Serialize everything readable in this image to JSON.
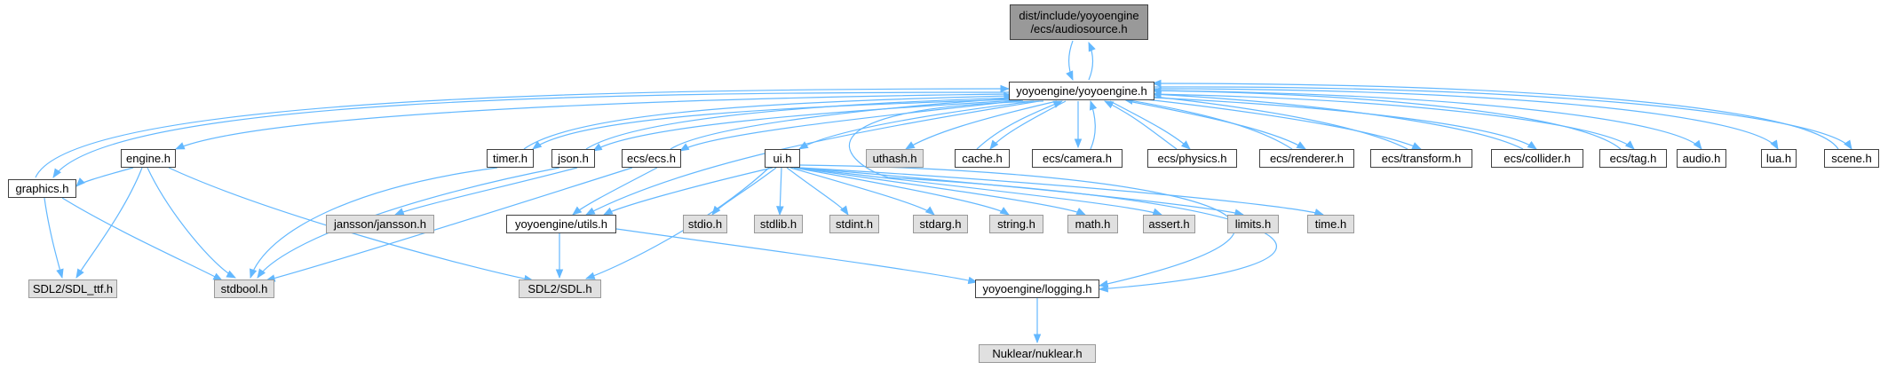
{
  "graph": {
    "root": {
      "line1": "dist/include/yoyoengine",
      "line2": "/ecs/audiosource.h"
    },
    "nodes": {
      "yoyoengine_h": "yoyoengine/yoyoengine.h",
      "engine_h": "engine.h",
      "timer_h": "timer.h",
      "json_h": "json.h",
      "ecs_ecs_h": "ecs/ecs.h",
      "ui_h": "ui.h",
      "uthash_h": "uthash.h",
      "cache_h": "cache.h",
      "ecs_camera_h": "ecs/camera.h",
      "ecs_physics_h": "ecs/physics.h",
      "ecs_renderer_h": "ecs/renderer.h",
      "ecs_transform_h": "ecs/transform.h",
      "ecs_collider_h": "ecs/collider.h",
      "ecs_tag_h": "ecs/tag.h",
      "audio_h": "audio.h",
      "lua_h": "lua.h",
      "scene_h": "scene.h",
      "graphics_h": "graphics.h",
      "jansson_h": "jansson/jansson.h",
      "utils_h": "yoyoengine/utils.h",
      "stdio_h": "stdio.h",
      "stdlib_h": "stdlib.h",
      "stdint_h": "stdint.h",
      "stdarg_h": "stdarg.h",
      "string_h": "string.h",
      "math_h": "math.h",
      "assert_h": "assert.h",
      "limits_h": "limits.h",
      "time_h": "time.h",
      "sdl_ttf_h": "SDL2/SDL_ttf.h",
      "stdbool_h": "stdbool.h",
      "sdl_h": "SDL2/SDL.h",
      "logging_h": "yoyoengine/logging.h",
      "nuklear_h": "Nuklear/nuklear.h"
    },
    "colors": {
      "edge": "#63b8ff",
      "node_border": "#404040",
      "external_fill": "#e0e0e0",
      "root_fill": "#999999"
    }
  }
}
